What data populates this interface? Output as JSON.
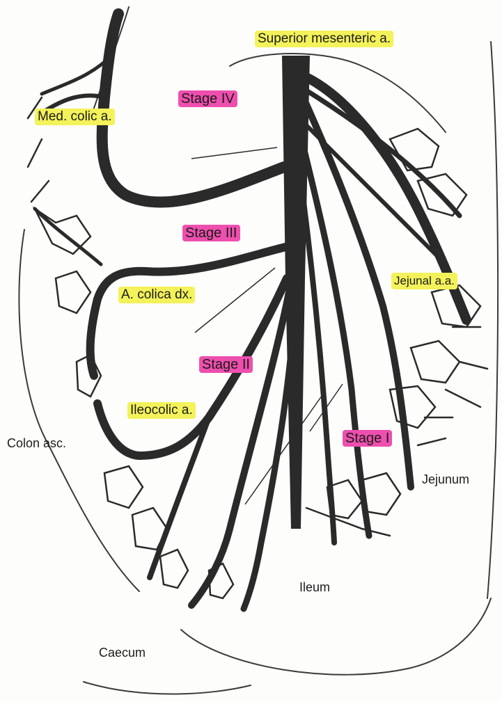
{
  "labels": {
    "superior_mesenteric": "Superior mesenteric a.",
    "stage_iv": "Stage IV",
    "med_colic": "Med. colic a.",
    "stage_iii": "Stage III",
    "jejunal": "Jejunal a.a.",
    "colica_dx": "A. colica dx.",
    "stage_ii": "Stage II",
    "ileocolic": "Ileocolic a.",
    "colon_asc": "Colon asc.",
    "stage_i": "Stage I",
    "jejunum": "Jejunum",
    "ileum": "Ileum",
    "caecum": "Caecum"
  },
  "colors": {
    "vessel": "#2a2a2a",
    "highlight_yellow": "#f3f25a",
    "highlight_pink": "#ee4fae",
    "outline": "#3a3a3a"
  }
}
